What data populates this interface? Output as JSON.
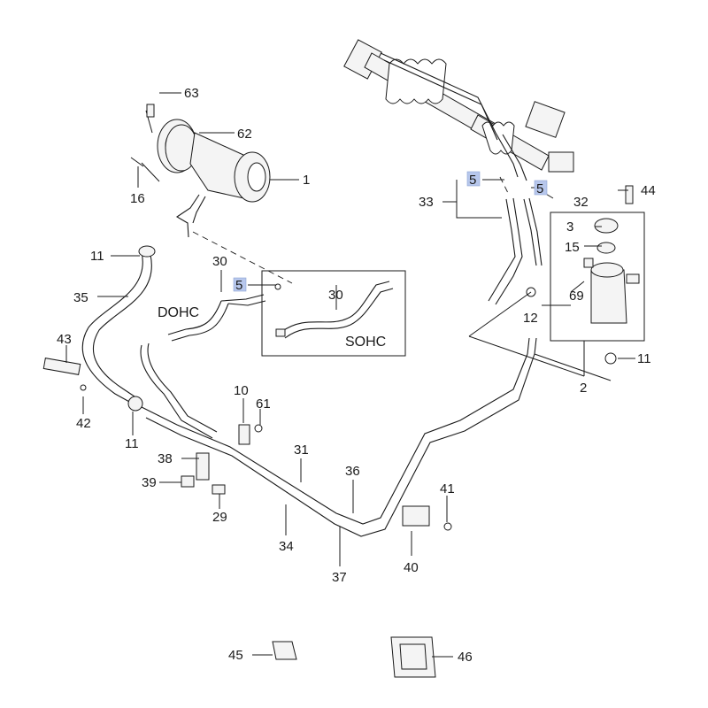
{
  "callouts": {
    "c63": "63",
    "c62": "62",
    "c1": "1",
    "c16": "16",
    "c11a": "11",
    "c30a": "30",
    "c5a": "5",
    "c35": "35",
    "c43": "43",
    "c42": "42",
    "c11b": "11",
    "c10": "10",
    "c61": "61",
    "c38": "38",
    "c39": "39",
    "c29": "29",
    "c31": "31",
    "c34": "34",
    "c36": "36",
    "c37": "37",
    "c41": "41",
    "c40": "40",
    "c30b": "30",
    "c5b": "5",
    "c33": "33",
    "c5c": "5",
    "c32": "32",
    "c44": "44",
    "c3": "3",
    "c15": "15",
    "c69": "69",
    "c12": "12",
    "c11c": "11",
    "c2": "2",
    "c45": "45",
    "c46": "46"
  },
  "variants": {
    "dohc": "DOHC",
    "sohc": "SOHC"
  },
  "colors": {
    "highlight": "#b7c7ec",
    "line": "#1a1a1a"
  }
}
